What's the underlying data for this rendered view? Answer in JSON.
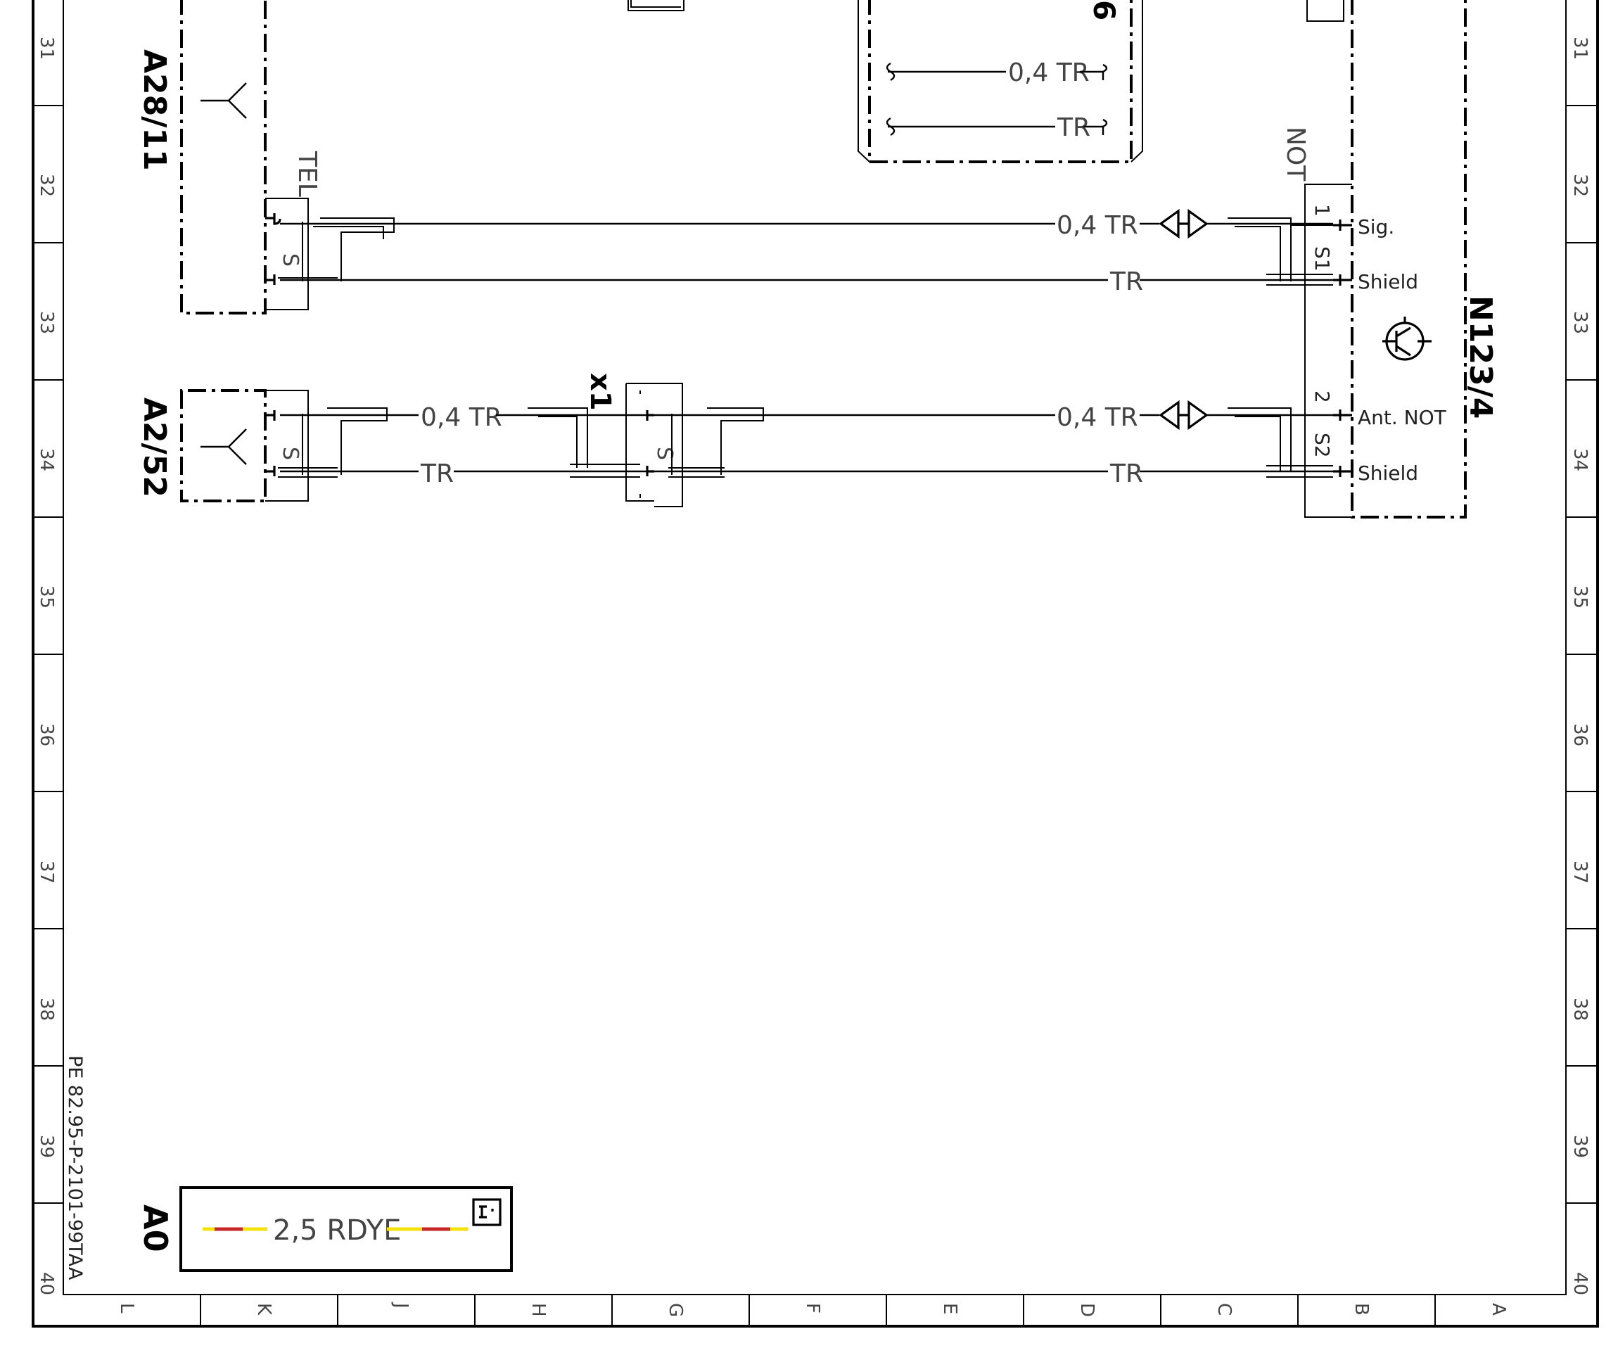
{
  "sheet": {
    "row_numbers": [
      "31",
      "32",
      "33",
      "34",
      "35",
      "36",
      "37",
      "38",
      "39",
      "40"
    ],
    "column_letters": [
      "L",
      "K",
      "J",
      "H",
      "G",
      "F",
      "E",
      "D",
      "C",
      "B",
      "A"
    ],
    "document_id": "PE 82.95-P-2101-99TAA"
  },
  "components": {
    "a28_11": "A28/11",
    "a2_52": "A2/52",
    "n123_4": "N123/4",
    "x1": "x1",
    "top_block": "6",
    "a0": "A0"
  },
  "pins": {
    "tel": "TEL",
    "s": "S",
    "not": "NOT",
    "pin1": "1",
    "pin2": "2",
    "s1": "S1",
    "s2": "S2",
    "sig": "Sig.",
    "shield": "Shield",
    "ant_not": "Ant. NOT"
  },
  "wires": {
    "size_color": "0,4  TR",
    "color": "TR"
  },
  "legend": {
    "wire_label": "2,5  RDYE",
    "color_red": "#c62828",
    "color_yellow": "#f4e20c"
  },
  "icons": {
    "antenna": "antenna-icon",
    "transistor": "transistor-icon",
    "info": "info-icon",
    "connector": "connector-icon"
  }
}
